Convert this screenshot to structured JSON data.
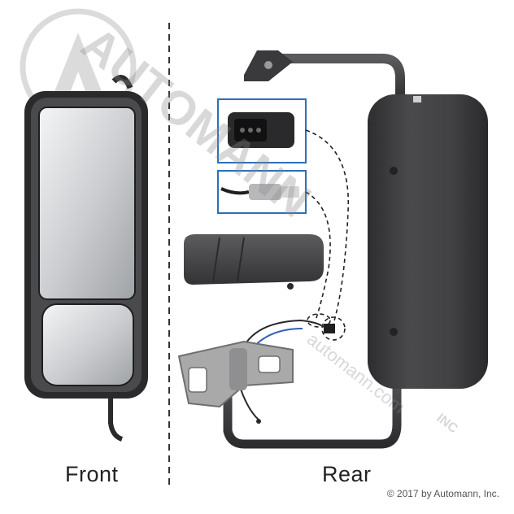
{
  "labels": {
    "front": "Front",
    "rear": "Rear"
  },
  "copyright": "© 2017 by Automann, Inc.",
  "watermark": {
    "brand": "AUTOMANN",
    "suffix": "INC",
    "website": "automann.com"
  },
  "colors": {
    "mirror_body": "#3b3b3d",
    "glass": "#dfe1e3",
    "frame": "#2a2a2c",
    "inset_border": "#2f6fb5",
    "watermark": "#9a9a9a",
    "bracket": "#a9a9a9"
  }
}
